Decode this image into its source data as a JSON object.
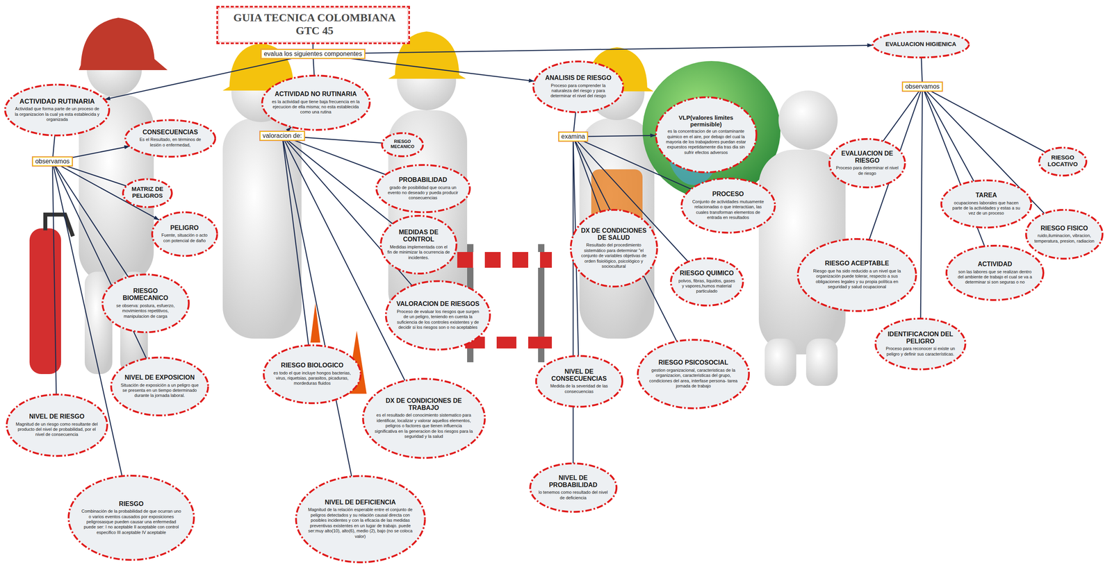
{
  "diagram": {
    "nodes": [
      {
        "text": [
          "GUIA TECNICA COLOMBIANA GTC 45"
        ]
      },
      {
        "text": [
          "evalua los siguientes componentes"
        ]
      },
      {
        "text": [
          "ACTIVIDAD RUTINARIA",
          "Actividad que forma parte de un proceso de la organizacion la cual ya esta establecida y organizada"
        ]
      },
      {
        "text": [
          "ACTIVIDAD NO RUTINARIA",
          "es la actividad que tiene baja frecuencia en la ejecucion de ella misma; no esta establecida como una rutina"
        ]
      },
      {
        "text": [
          "ANALISIS DE RIESGO",
          "Proceso para comprender la naturaleza del riesgo y para determinar el nivel del riesgo"
        ]
      },
      {
        "text": [
          "EVALUACION HIGIENICA"
        ]
      },
      {
        "text": [
          "observamos"
        ]
      },
      {
        "text": [
          "CONSECUENCIAS",
          "Es el Resultado, en términos de lesión o enfermedad,"
        ]
      },
      {
        "text": [
          "MATRIZ DE PELIGROS"
        ]
      },
      {
        "text": [
          "PELIGRO",
          "Fuente, situación o acto con potencial de daño"
        ]
      },
      {
        "text": [
          "RIESGO BIOMECANICO",
          "se observa: postura, esfuerzo, movimientos repetitivos, manipulacion de carga"
        ]
      },
      {
        "text": [
          "NIVEL DE EXPOSICION",
          "Situación de exposición a un peligro que se presenta en un tiempo determinado durante la jornada laboral."
        ]
      },
      {
        "text": [
          "NIVEL DE RIESGO",
          "Magnitud de un riesgo como resultante del producto del nivel de probabilidad, por el nivel de consecuencia"
        ]
      },
      {
        "text": [
          "RIESGO",
          "Combinación de la probabilidad de que ocurran uno o varios eventos causados por exposiciones peligrosasque pueden causar una enfermedad puede ser: I no aceptable II aceptable con control especifico III aceptable IV aceptable"
        ]
      },
      {
        "text": [
          "valoracion de:"
        ]
      },
      {
        "text": [
          "RIESGO MECANICO"
        ]
      },
      {
        "text": [
          "PROBABILIDAD",
          "grado de posibilidad que ocurra un evento no deseado y pueda producir consecuencias"
        ]
      },
      {
        "text": [
          "MEDIDAS DE CONTROL",
          "Medidas implementada con el fin de minimizar la ocurrencia de incidentes."
        ]
      },
      {
        "text": [
          "VALORACION DE RIESGOS",
          "Proceso de evaluar los riesgos que surgen de un peligro, teniendo en cuenta la suficiencia de los controles existentes y de decidir si los riesgos son o no aceptables"
        ]
      },
      {
        "text": [
          "RIESGO BIOLOGICO",
          "es todo el que incluye hongos bacterias, virus, riquetsias, parasitos, picaduras, mordeduras fluidos"
        ]
      },
      {
        "text": [
          "DX DE CONDICIONES DE TRABAJO",
          "es el resultado del conocimiento sistematico para identificar, localizar y valorar aquellos elementos, peligros o factores que tienen influencia significativa en la generacion de los riesgos para la seguridad y la salud"
        ]
      },
      {
        "text": [
          "NIVEL DE DEFICIENCIA",
          "Magnitud de la relación esperable entre el conjunto de peligros detectados y su relación causal directa con posibles incidentes y con la eficacia de las medidas preventivas existentes en un lugar de trabajo. puede ser:muy alto(10), alto(6), medio (2), bajo (no se coloca valor)"
        ]
      },
      {
        "text": [
          "examina"
        ]
      },
      {
        "text": [
          "VLP(valores limites permisible)",
          "es la concentracion de un contaminante quimico en el aire, por debajo del cual la mayoria de los trabajadores puedan estar expuestos repetidamente dia tras dia sin sufrir efectos adversos"
        ]
      },
      {
        "text": [
          "PROCESO",
          "Conjunto de actividades mutuamente relacionadas o que interactúan, las cuales transforman elementos de entrada en resultados"
        ]
      },
      {
        "text": [
          "DX DE CONDICIONES DE SALUD",
          "Resultado del procedimiento sistemático para determinar \"el conjunto de variables objetivas de orden fisiológico, psicológico y sociocultural"
        ]
      },
      {
        "text": [
          "RIESGO QUIMICO",
          "polvos, fibras, liquidos, gases y vapores,humos material particulado"
        ]
      },
      {
        "text": [
          "RIESGO PSICOSOCIAL",
          "gestion organizacional, caracteristicas de la organizacion, caracteristicas del grupo, condiciones del area, interfase persona- tarea jornada de trabajo"
        ]
      },
      {
        "text": [
          "NIVEL DE CONSECUENCIAS",
          "Medida de la severidad de las consecuencias"
        ]
      },
      {
        "text": [
          "NIVEL DE PROBABILIDAD",
          "lo tenemos como resultado del nivel de deficiencia"
        ]
      },
      {
        "text": [
          "observamos"
        ]
      },
      {
        "text": [
          "EVALUACION DE RIESGO",
          "Proceso para determinar el nivel de riesgo"
        ]
      },
      {
        "text": [
          "RIESGO LOCATIVO"
        ]
      },
      {
        "text": [
          "TAREA",
          "ocupaciones laborales que hacen parte de la actividades y estas a su vez de un proceso"
        ]
      },
      {
        "text": [
          "RIESGO FISICO",
          "ruido,iluminacion, vibracion, temperatura, presion, radiacion"
        ]
      },
      {
        "text": [
          "RIESGO ACEPTABLE",
          "Riesgo que ha sido reducido a un nivel que la organización puede tolerar, respecto a sus obligaciones legales y su propia política en seguridad y salud ocupacional"
        ]
      },
      {
        "text": [
          "ACTIVIDAD",
          "son las labores que se realizan dentro del ambiente de trabajo el cual se va a determinar si son seguras o no"
        ]
      },
      {
        "text": [
          "IDENTIFICACION DEL PELIGRO",
          "Proceso para reconocer si existe un peligro y definir sus características."
        ]
      }
    ],
    "edges": [
      {
        "from": 0,
        "to": 1,
        "arrow": "none"
      },
      {
        "from": 1,
        "to": 2,
        "arrow": "to"
      },
      {
        "from": 1,
        "to": 3,
        "arrow": "none"
      },
      {
        "from": 1,
        "to": 4,
        "arrow": "to"
      },
      {
        "from": 1,
        "to": 5,
        "arrow": "to"
      },
      {
        "from": 2,
        "to": 6,
        "arrow": "none"
      },
      {
        "from": 6,
        "to": 7,
        "arrow": "to"
      },
      {
        "from": 6,
        "to": 8,
        "arrow": "none"
      },
      {
        "from": 6,
        "to": 9,
        "arrow": "to"
      },
      {
        "from": 6,
        "to": 10,
        "arrow": "none"
      },
      {
        "from": 6,
        "to": 11,
        "arrow": "none"
      },
      {
        "from": 6,
        "to": 12,
        "arrow": "none"
      },
      {
        "from": 6,
        "to": 13,
        "arrow": "none"
      },
      {
        "from": 14,
        "to": 3,
        "arrow": "to"
      },
      {
        "from": 14,
        "to": 15,
        "arrow": "none"
      },
      {
        "from": 14,
        "to": 16,
        "arrow": "none"
      },
      {
        "from": 14,
        "to": 17,
        "arrow": "none"
      },
      {
        "from": 14,
        "to": 18,
        "arrow": "none"
      },
      {
        "from": 14,
        "to": 19,
        "arrow": "none"
      },
      {
        "from": 14,
        "to": 20,
        "arrow": "none"
      },
      {
        "from": 14,
        "to": 21,
        "arrow": "none"
      },
      {
        "from": 4,
        "to": 22,
        "arrow": "none"
      },
      {
        "from": 22,
        "to": 23,
        "arrow": "to"
      },
      {
        "from": 22,
        "to": 24,
        "arrow": "none"
      },
      {
        "from": 22,
        "to": 25,
        "arrow": "none"
      },
      {
        "from": 22,
        "to": 26,
        "arrow": "none"
      },
      {
        "from": 22,
        "to": 27,
        "arrow": "none"
      },
      {
        "from": 22,
        "to": 28,
        "arrow": "none"
      },
      {
        "from": 22,
        "to": 29,
        "arrow": "none"
      },
      {
        "from": 5,
        "to": 30,
        "arrow": "none"
      },
      {
        "from": 30,
        "to": 31,
        "arrow": "none"
      },
      {
        "from": 30,
        "to": 32,
        "arrow": "none"
      },
      {
        "from": 30,
        "to": 33,
        "arrow": "none"
      },
      {
        "from": 30,
        "to": 34,
        "arrow": "none"
      },
      {
        "from": 30,
        "to": 35,
        "arrow": "none"
      },
      {
        "from": 30,
        "to": 36,
        "arrow": "none"
      },
      {
        "from": 30,
        "to": 37,
        "arrow": "none"
      }
    ]
  }
}
